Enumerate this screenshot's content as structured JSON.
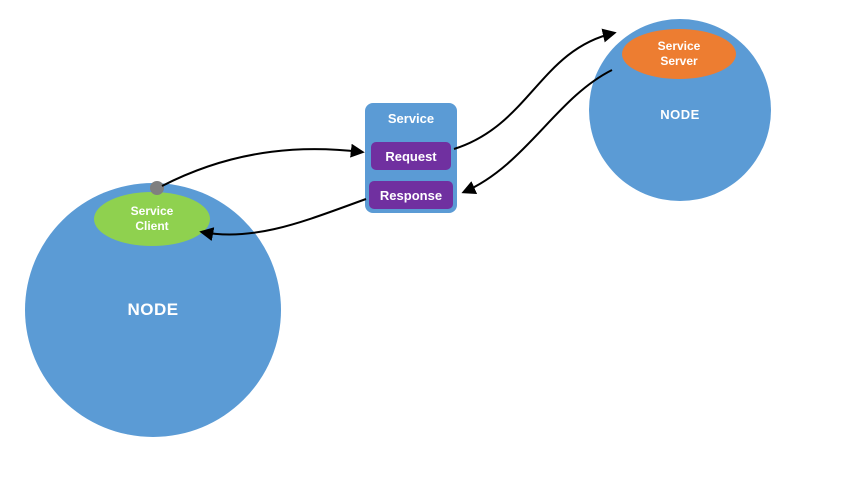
{
  "diagram": {
    "left_node": {
      "label": "NODE"
    },
    "right_node": {
      "label": "NODE"
    },
    "service_client": {
      "label": "Service Client"
    },
    "service_server": {
      "label": "Service Server"
    },
    "service": {
      "title": "Service",
      "request_label": "Request",
      "response_label": "Response"
    },
    "colors": {
      "node_blue": "#5b9bd5",
      "client_green": "#8fd14f",
      "server_orange": "#ed7d31",
      "box_purple": "#7030a0",
      "dot_gray": "#7f7f7f",
      "arrow_black": "#000000"
    }
  }
}
